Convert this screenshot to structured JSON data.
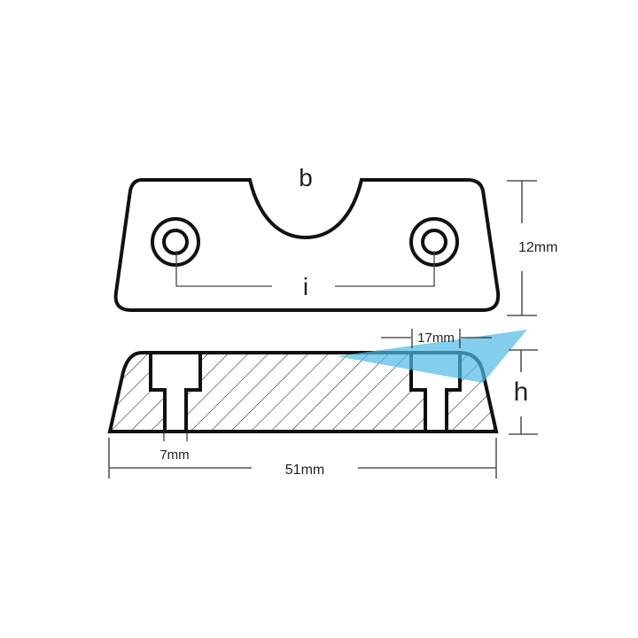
{
  "labels": {
    "notch": "b",
    "hole_spacing": "i",
    "height_top": "12mm",
    "counterbore": "17mm",
    "height_side": "h",
    "hole_diameter": "7mm",
    "length": "51mm"
  },
  "colors": {
    "outline": "#111111",
    "dimension": "#333333",
    "highlight": "#4fb8e6"
  }
}
